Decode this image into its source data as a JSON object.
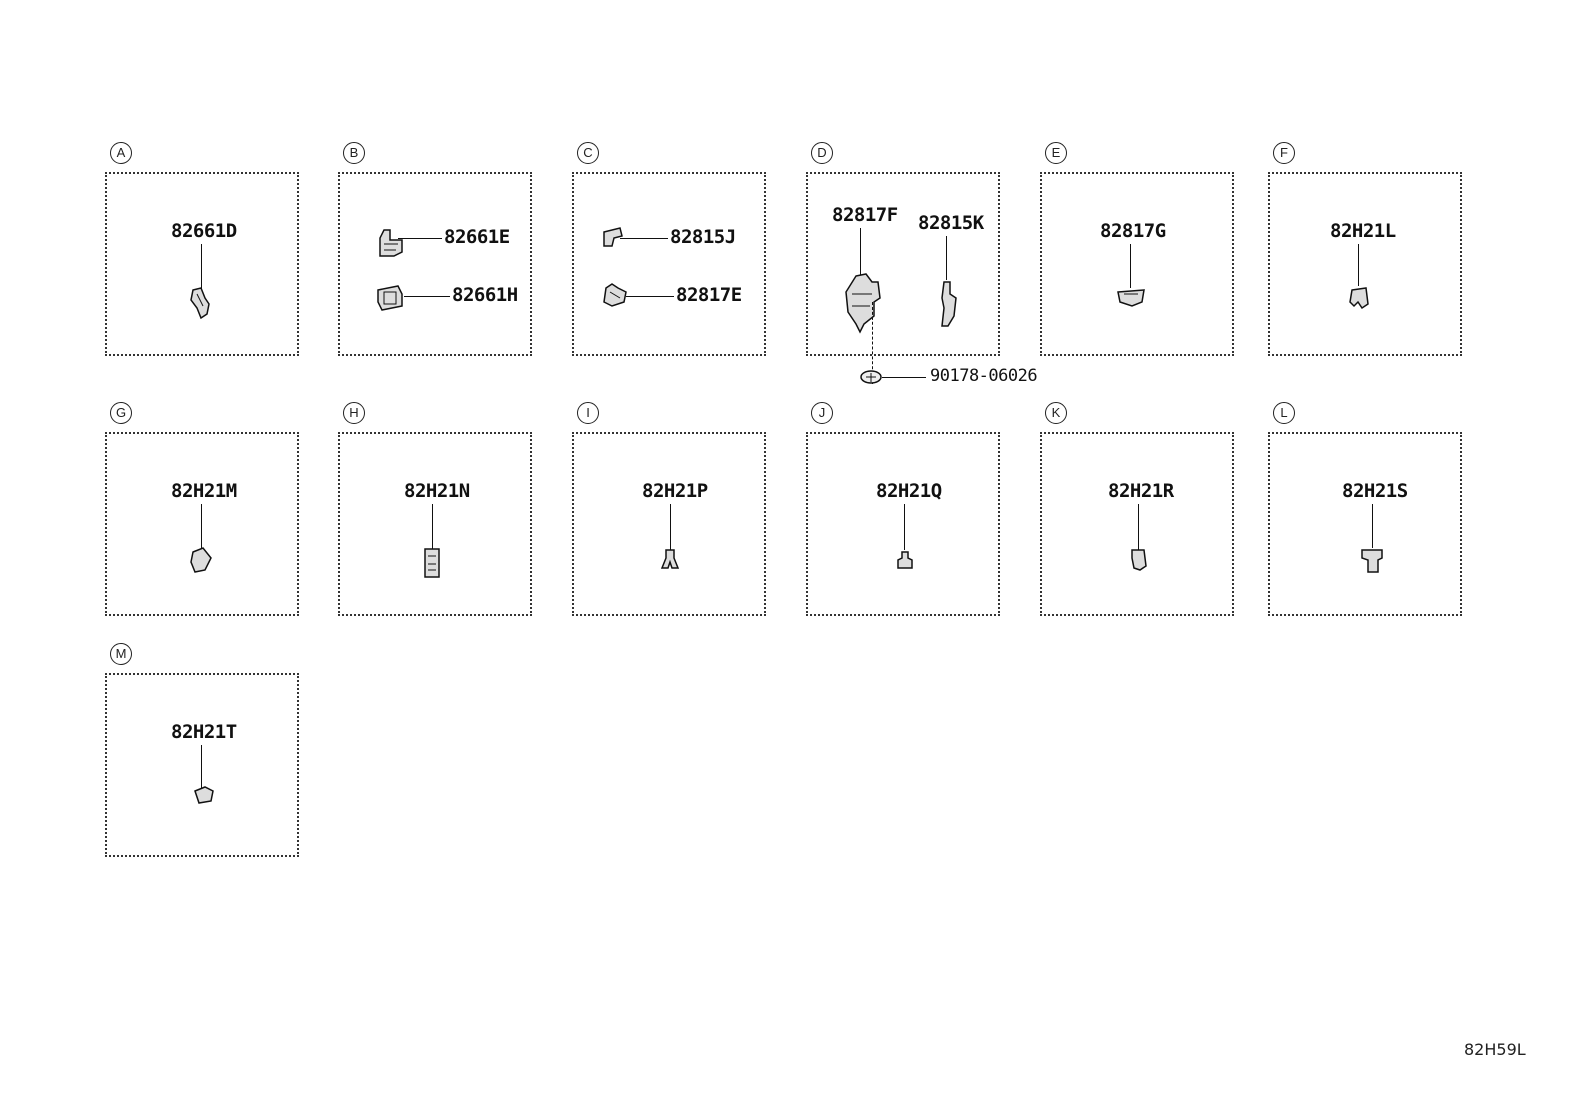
{
  "panels": [
    {
      "label": "A",
      "parts": [
        "82661D"
      ]
    },
    {
      "label": "B",
      "parts": [
        "82661E",
        "82661H"
      ]
    },
    {
      "label": "C",
      "parts": [
        "82815J",
        "82817E"
      ]
    },
    {
      "label": "D",
      "parts": [
        "82817F",
        "82815K"
      ]
    },
    {
      "label": "E",
      "parts": [
        "82817G"
      ]
    },
    {
      "label": "F",
      "parts": [
        "82H21L"
      ]
    },
    {
      "label": "G",
      "parts": [
        "82H21M"
      ]
    },
    {
      "label": "H",
      "parts": [
        "82H21N"
      ]
    },
    {
      "label": "I",
      "parts": [
        "82H21P"
      ]
    },
    {
      "label": "J",
      "parts": [
        "82H21Q"
      ]
    },
    {
      "label": "K",
      "parts": [
        "82H21R"
      ]
    },
    {
      "label": "L",
      "parts": [
        "82H21S"
      ]
    },
    {
      "label": "M",
      "parts": [
        "82H21T"
      ]
    }
  ],
  "external_part": "90178-06026",
  "diagram_code": "82H59L"
}
